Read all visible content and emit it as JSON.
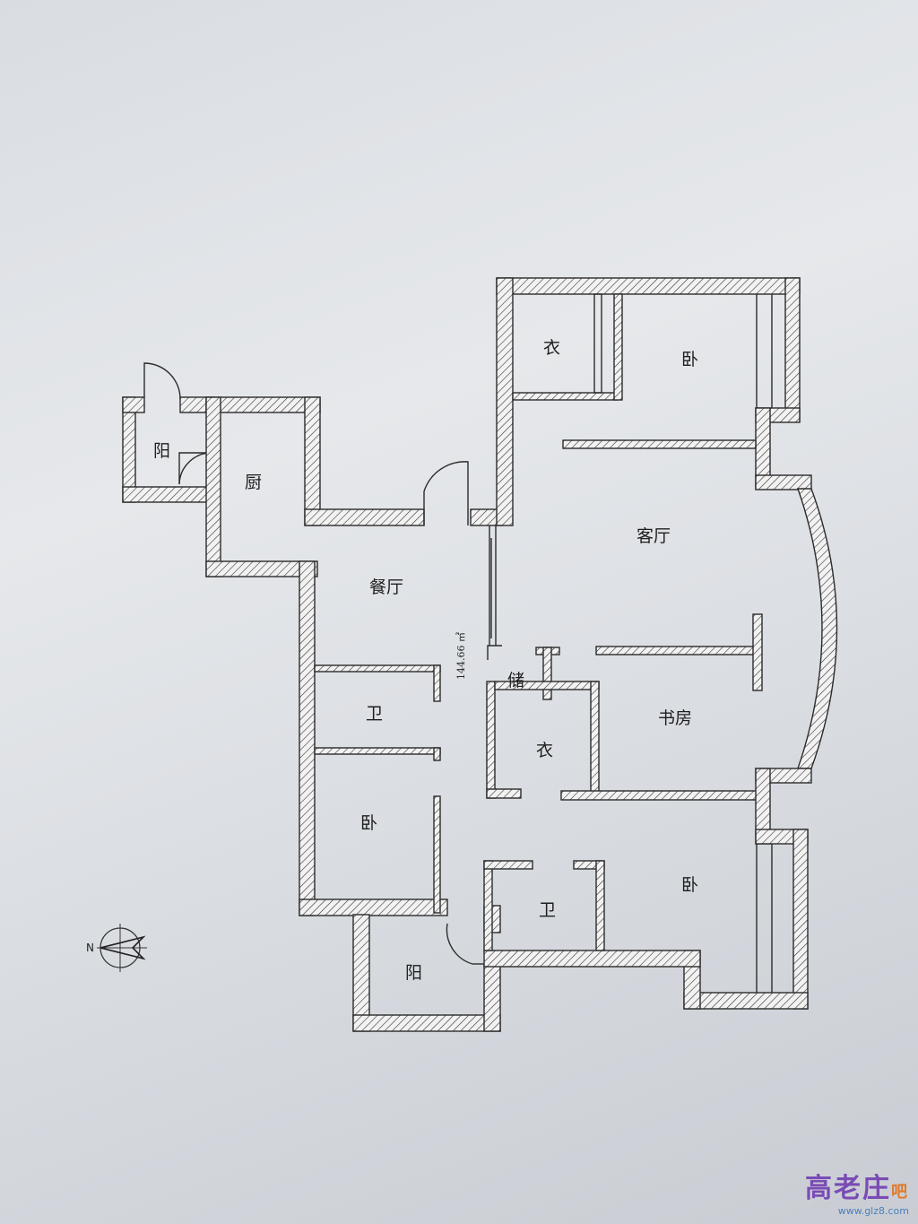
{
  "rooms": {
    "yang_left": "阳",
    "chu": "厨",
    "yi_top": "衣",
    "wo_top": "卧",
    "ting": "客厅",
    "canting": "餐厅",
    "chu_storage": "储",
    "wei_left": "卫",
    "shufang": "书房",
    "yi_mid": "衣",
    "wo_left": "卧",
    "wei_right": "卫",
    "wo_right": "卧",
    "yang_bottom": "阳"
  },
  "area_label": "144.66 ㎡",
  "compass": {
    "north_label": "N"
  },
  "watermark": {
    "logo": "高老庄",
    "logo_suffix": "吧",
    "url": "www.glz8.com"
  }
}
